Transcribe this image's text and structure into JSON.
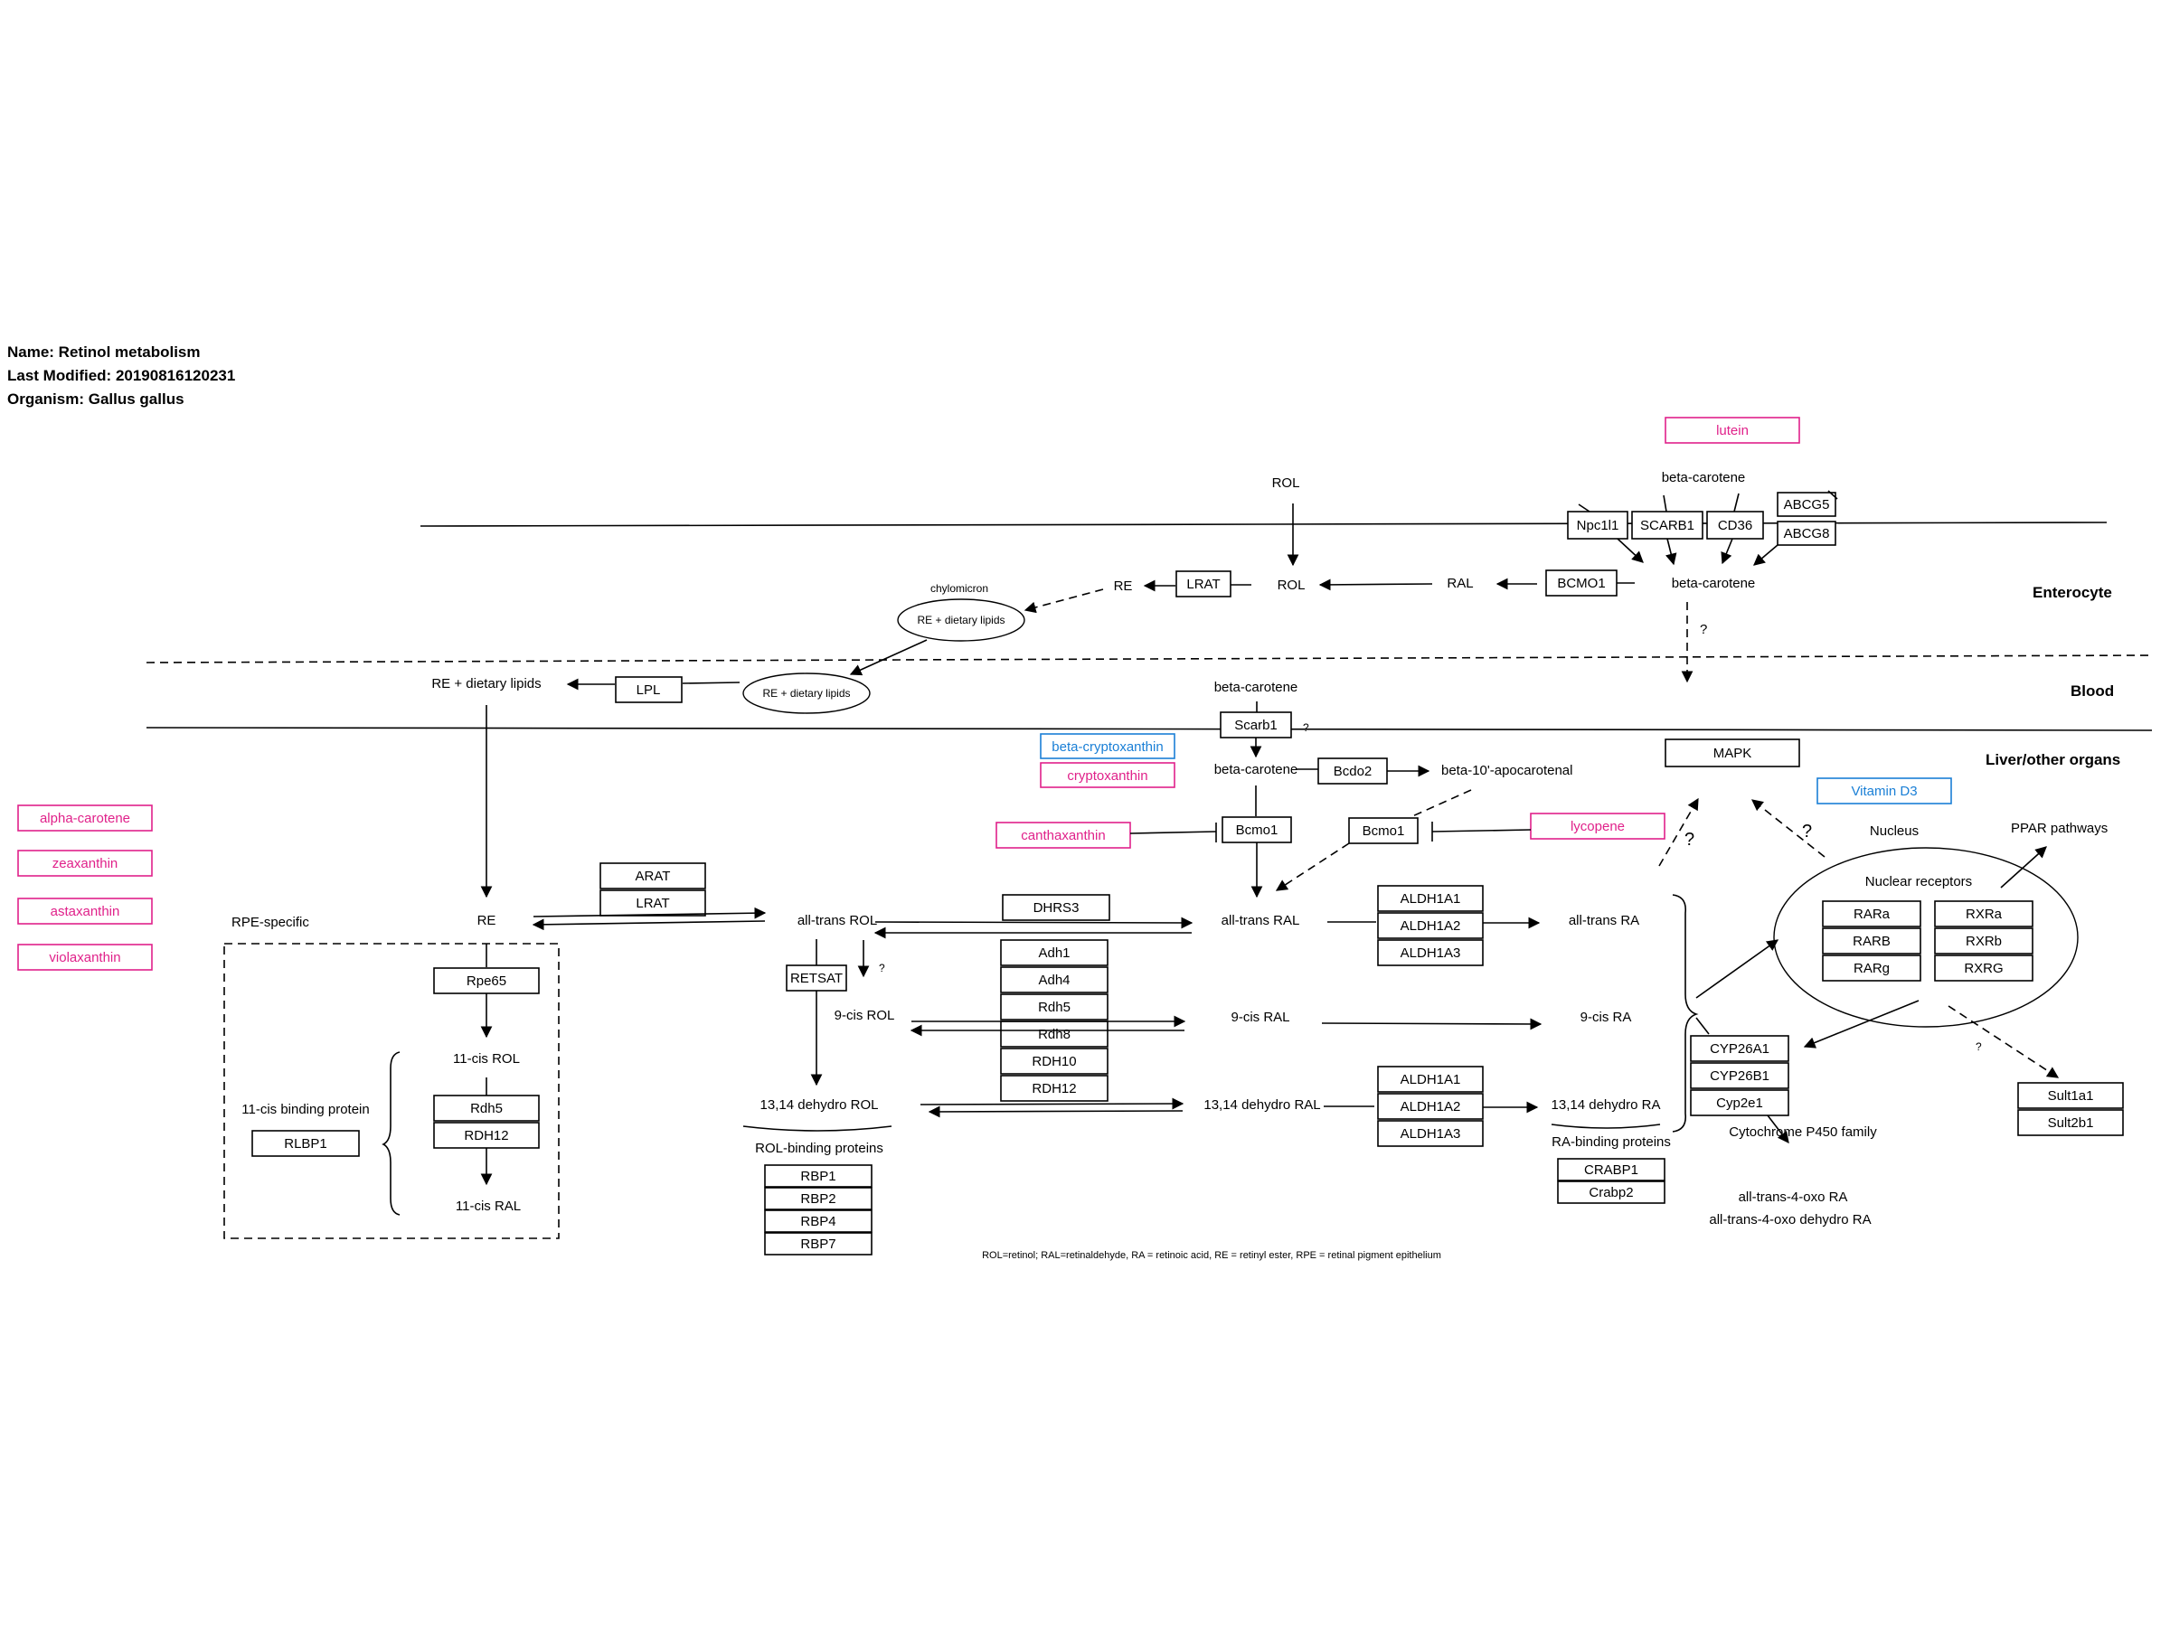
{
  "header": {
    "name": "Name: Retinol metabolism",
    "modified": "Last Modified: 20190816120231",
    "organism": "Organism: Gallus gallus"
  },
  "compartments": {
    "enterocyte": "Enterocyte",
    "blood": "Blood",
    "liver": "Liver/other organs",
    "rpe": "RPE-specific",
    "nucleus": "Nucleus"
  },
  "metabolites": {
    "rol_top": "ROL",
    "beta_carotene_top": "beta-carotene",
    "beta_carotene_ent": "beta-carotene",
    "rol_ent": "ROL",
    "re_ent": "RE",
    "ral_ent": "RAL",
    "chylomicron": "chylomicron",
    "re_lipids_1": "RE + dietary lipids",
    "re_lipids_2": "RE + dietary lipids",
    "re_lipids_3": "RE + dietary lipids",
    "beta_carotene_blood": "beta-carotene",
    "beta_carotene_liver": "beta-carotene",
    "apocarotenal": "beta-10'-apocarotenal",
    "re_liver": "RE",
    "all_trans_rol": "all-trans ROL",
    "nine_cis_rol": "9-cis ROL",
    "dehydro_rol": "13,14 dehydro ROL",
    "all_trans_ral": "all-trans RAL",
    "nine_cis_ral": "9-cis RAL",
    "dehydro_ral": "13,14 dehydro RAL",
    "all_trans_ra": "all-trans RA",
    "nine_cis_ra": "9-cis RA",
    "dehydro_ra": "13,14 dehydro RA",
    "eleven_cis_rol": "11-cis ROL",
    "eleven_cis_ral": "11-cis RAL",
    "eleven_cis_binding": "11-cis binding protein",
    "rol_binding": "ROL-binding proteins",
    "ra_binding": "RA-binding proteins",
    "nuclear_receptors": "Nuclear receptors",
    "ppar": "PPAR pathways",
    "cyp_family": "Cytochrome P450 family",
    "oxo_ra": "all-trans-4-oxo RA",
    "oxo_dehydro_ra": "all-trans-4-oxo dehydro RA"
  },
  "genes": {
    "npc1l1": "Npc1l1",
    "scarb1": "SCARB1",
    "cd36": "CD36",
    "abcg5": "ABCG5",
    "abcg8": "ABCG8",
    "bcmo1_ent": "BCMO1",
    "lrat_ent": "LRAT",
    "lpl": "LPL",
    "scarb1_liver": "Scarb1",
    "bcdo2": "Bcdo2",
    "bcmo1_a": "Bcmo1",
    "bcmo1_b": "Bcmo1",
    "mapk": "MAPK",
    "arat": "ARAT",
    "lrat_liver": "LRAT",
    "dhrs3": "DHRS3",
    "adh1": "Adh1",
    "adh4": "Adh4",
    "rdh5": "Rdh5",
    "rdh8": "Rdh8",
    "rdh10": "RDH10",
    "rdh12": "RDH12",
    "retsat": "RETSAT",
    "aldh_a1": "ALDH1A1",
    "aldh_a2": "ALDH1A2",
    "aldh_a3": "ALDH1A3",
    "aldh_b1": "ALDH1A1",
    "aldh_b2": "ALDH1A2",
    "aldh_b3": "ALDH1A3",
    "rara": "RARa",
    "rarb": "RARB",
    "rarg": "RARg",
    "rxra": "RXRa",
    "rxrb": "RXRb",
    "rxrg": "RXRG",
    "cyp26a1": "CYP26A1",
    "cyp26b1": "CYP26B1",
    "cyp2e1": "Cyp2e1",
    "sult1a1": "Sult1a1",
    "sult2b1": "Sult2b1",
    "rpe65": "Rpe65",
    "rdh5_rpe": "Rdh5",
    "rdh12_rpe": "RDH12",
    "rlbp1": "RLBP1",
    "rbp1": "RBP1",
    "rbp2": "RBP2",
    "rbp4": "RBP4",
    "rbp7": "RBP7",
    "crabp1": "CRABP1",
    "crabp2": "Crabp2"
  },
  "carotenoids": {
    "lutein": "lutein",
    "alpha_carotene": "alpha-carotene",
    "zeaxanthin": "zeaxanthin",
    "astaxanthin": "astaxanthin",
    "violaxanthin": "violaxanthin",
    "beta_cryptoxanthin": "beta-cryptoxanthin",
    "cryptoxanthin": "cryptoxanthin",
    "canthaxanthin": "canthaxanthin",
    "lycopene": "lycopene",
    "vitamin_d3": "Vitamin D3"
  },
  "marks": {
    "q_blood": "?",
    "q_scarb1": "?",
    "q_retsat": "?",
    "q_mapk": "?",
    "q_nucleus": "?",
    "q_sult": "?"
  },
  "colors": {
    "carotenoid_outline": "#e0218a",
    "vitamin_outline": "#1a7fd6"
  },
  "footnote": "ROL=retinol; RAL=retinaldehyde, RA = retinoic acid, RE = retinyl ester, RPE = retinal pigment epithelium"
}
